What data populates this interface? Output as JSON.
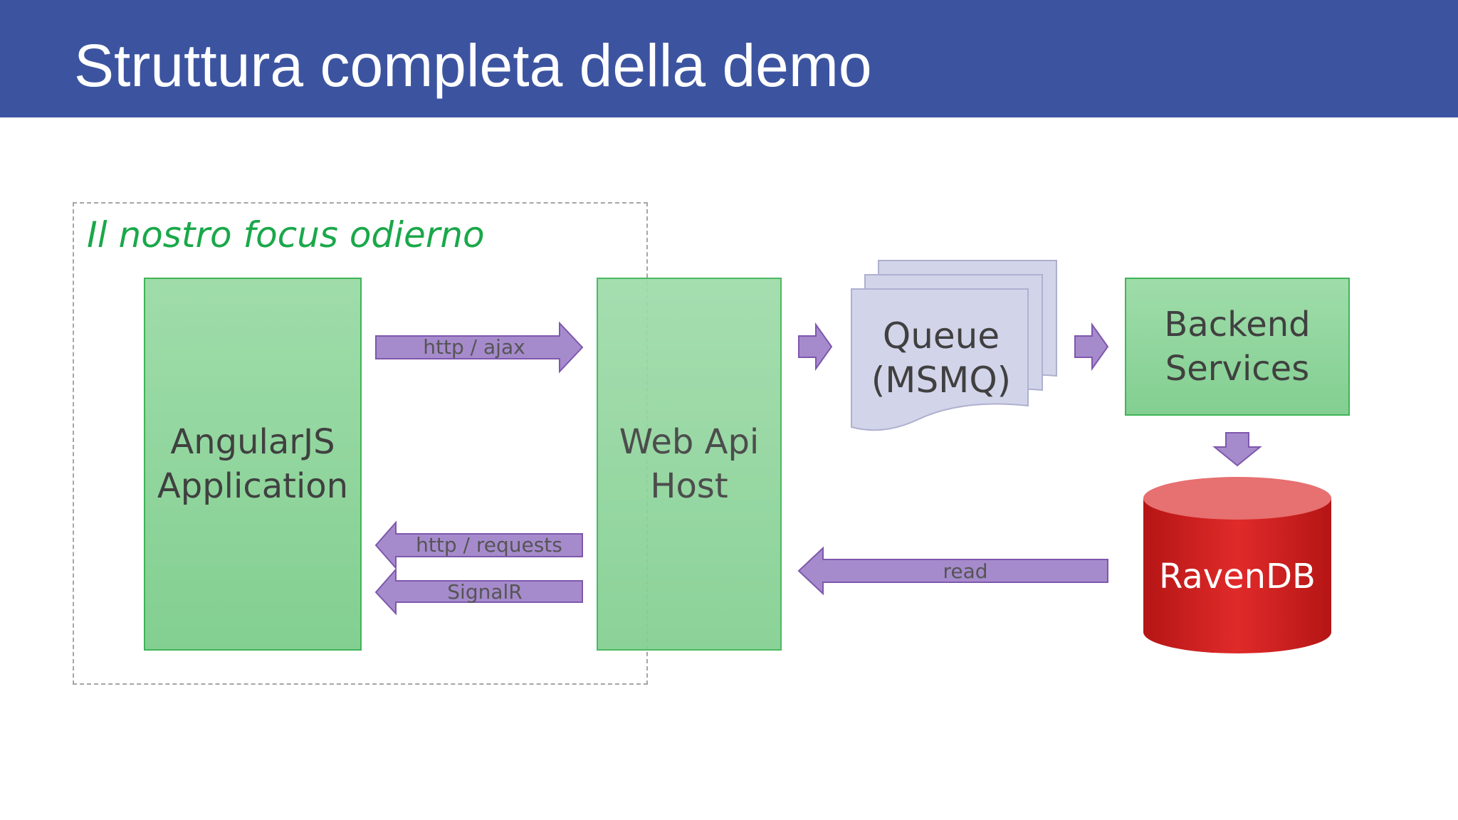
{
  "slide": {
    "title": "Struttura completa della demo",
    "focus_label": "Il nostro focus odierno"
  },
  "nodes": {
    "app": "AngularJS\nApplication",
    "webapi": "Web Api\nHost",
    "queue": "Queue\n(MSMQ)",
    "backend": "Backend\nServices",
    "database": "RavenDB"
  },
  "arrows": {
    "http_ajax": "http / ajax",
    "http_requests": "http / requests",
    "signalr": "SignalR",
    "read": "read"
  },
  "colors": {
    "header": "#3c54a0",
    "box_fill": "#8fd69c",
    "box_border": "#3fb458",
    "arrow_fill": "#a68bcc",
    "arrow_border": "#7e57ad",
    "queue_fill": "#d2d4ea",
    "database": "#cc1f1f",
    "focus_text": "#1aa84a"
  }
}
